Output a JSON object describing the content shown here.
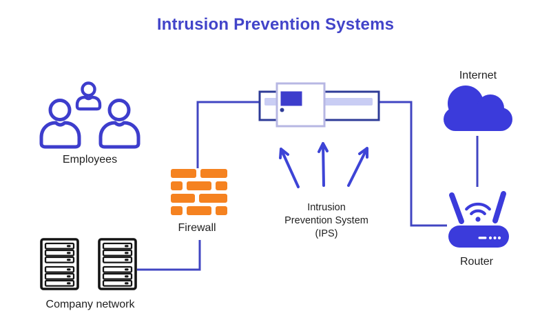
{
  "title": "Intrusion Prevention Systems",
  "colors": {
    "title_blue": "#4244c9",
    "icon_blue": "#3d3dcc",
    "solid_blue": "#3b3bdb",
    "line_blue": "#4045c2",
    "arrow_blue": "#3d44d6",
    "navy_border": "#2e3b97",
    "lavender_border": "#b7b7e3",
    "light_bar": "#c9cdf4",
    "brick_orange": "#f58220",
    "label_text": "#1f1f1f",
    "background": "#ffffff"
  },
  "nodes": {
    "employees": {
      "label": "Employees",
      "icon": "people-group-icon"
    },
    "firewall": {
      "label": "Firewall",
      "icon": "brick-wall-icon"
    },
    "company_network": {
      "label": "Company network",
      "icon": "server-rack-icon"
    },
    "ips_device": {
      "label_lines": [
        "Intrusion",
        "Prevention System",
        "(IPS)"
      ],
      "icon": "ips-appliance-icon"
    },
    "internet": {
      "label": "Internet",
      "icon": "cloud-icon"
    },
    "router": {
      "label": "Router",
      "icon": "wifi-router-icon"
    }
  }
}
